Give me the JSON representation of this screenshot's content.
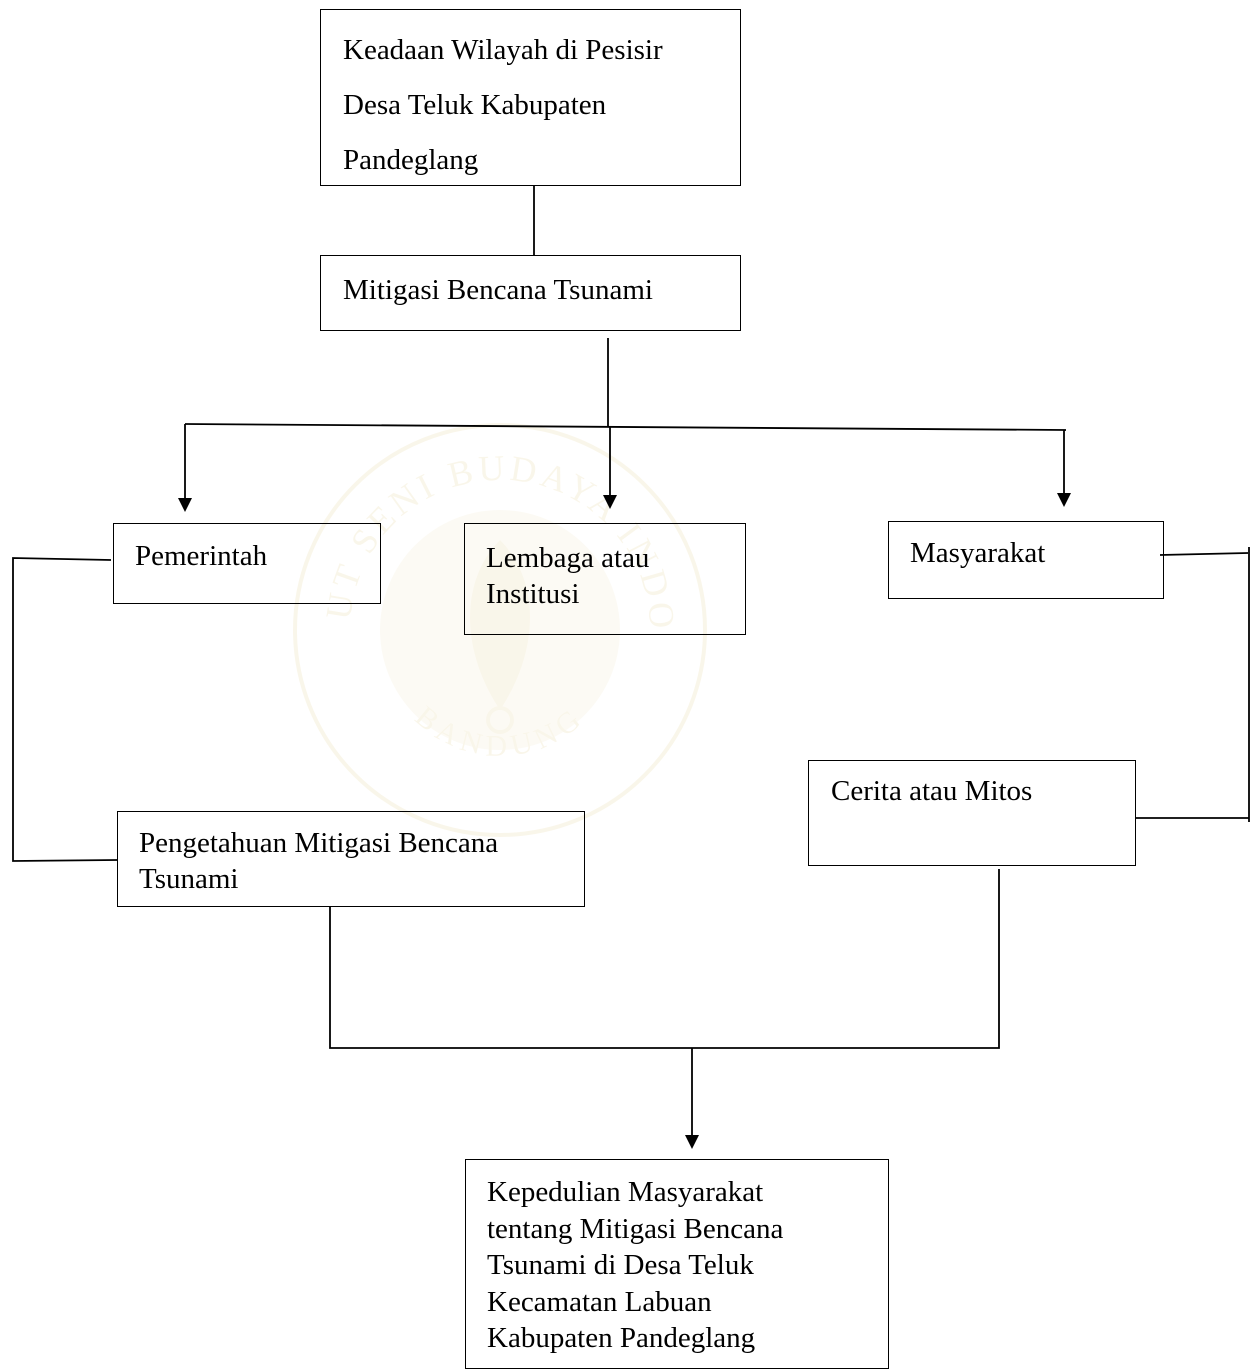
{
  "nodes": {
    "keadaan": "Keadaan Wilayah di Pesisir\nDesa Teluk Kabupaten\nPandeglang",
    "mitigasi": "Mitigasi Bencana Tsunami",
    "pemerintah": "Pemerintah",
    "lembaga": "Lembaga atau\nInstitusi",
    "masyarakat": "Masyarakat",
    "cerita": "Cerita atau Mitos",
    "pengetahuan": "Pengetahuan Mitigasi Bencana\nTsunami",
    "kepedulian": "Kepedulian Masyarakat\ntentang Mitigasi Bencana\nTsunami di Desa Teluk\nKecamatan Labuan\nKabupaten Pandeglang"
  },
  "watermark": {
    "top_arc": "INSTITUT SENI BUDAYA INDONESIA",
    "bottom_arc": "BANDUNG"
  },
  "colors": {
    "line": "#000000",
    "box_border": "#000000",
    "watermark": "#c9a227"
  }
}
